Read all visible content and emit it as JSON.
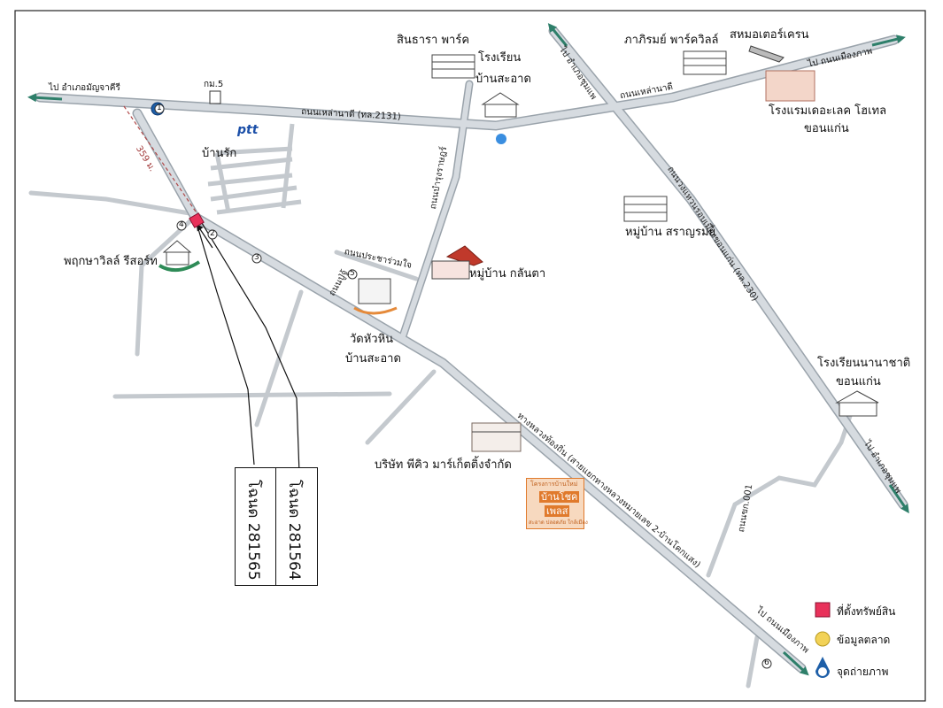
{
  "labels": {
    "to_amphoe_manchakhiri": "ไป อำเภอมัญจาคีรี",
    "lahanadi_road": "ถนนเหล่านาดี (ทล.2131)",
    "lahanadi_road_2": "ถนนเหล่านาดี",
    "km5": "กม.5",
    "ptt": "ptt",
    "ban_rak": "บ้านรัก",
    "distance": "359 ม.",
    "sinthara_park": "สินธารา พาร์ค",
    "rongrian_bansaat_1": "โรงเรียน",
    "rongrian_bansaat_2": "บ้านสะอาด",
    "to_amphoe_chumphae_top": "ไป อำเภอชุมแพ",
    "phakhinrom_park": "ภาภิรมย์ พาร์ควิลล์",
    "sahamotor": "สหมอเตอร์เครน",
    "to_khonkaen_city": "ไป ถนนเมืองภาพ",
    "hotel_1": "โรงแรมเดอะเลค โฮเทล",
    "hotel_2": "ขอนแก่น",
    "ring_road": "ถนนวงแหวนรอบเมืองขอนแก่น (ทล.230)",
    "prachasamran": "ถนนบำรุงราษฎร์",
    "village_saranrom": "หมู่บ้าน สราญรมย์",
    "village_klanta": "หมู่บ้าน กลันตา",
    "prachakhamruamjai": "ถนนประชาร่วมใจ",
    "road_pu": "ถนนปู่จู้",
    "pruksa": "พฤกษาวิลล์ รีสอร์ท",
    "wat_1": "วัดหัวหิน",
    "wat_2": "บ้านสะอาด",
    "school_intl_1": "โรงเรียนนานาชาติ",
    "school_intl_2": "ขอนแก่น",
    "to_amphoe_chumphae_bottom": "ไป อำเภอชุมแพ",
    "highway": "ทางหลวงท้องถิ่น (สายแยกทางหลวงหมายเลข 2-บ้านโคกแสง)",
    "pq_company": "บริษัท พีคิว มาร์เก็ตติ้งจำกัด",
    "road_kk001": "ถนนขก.001",
    "to_bottom": "ไป ถนนเมืองภาพ",
    "shop_1": "โครงการบ้านใหม่",
    "shop_2": "บ้านโชค",
    "shop_3": "เพลส",
    "shop_4": "สะอาด ปลอดภัย ใกล้เมือง",
    "deed_1": "โฉนด 281565",
    "deed_2": "โฉนด 281564"
  },
  "markers": [
    "1",
    "2",
    "3",
    "4",
    "5",
    "6"
  ],
  "legend": {
    "property": "ที่ตั้งทรัพย์สิน",
    "market_data": "ข้อมูลตลาด",
    "photo_point": "จุดถ่ายภาพ"
  },
  "colors": {
    "road_fill": "#d6dbe0",
    "road_edge": "#9aa3ab",
    "arrow": "#2e7f6a",
    "property": "#e8315a",
    "market": "#f2d257",
    "photo": "#1e5fa8",
    "ptt_blue": "#1b4fa8"
  }
}
